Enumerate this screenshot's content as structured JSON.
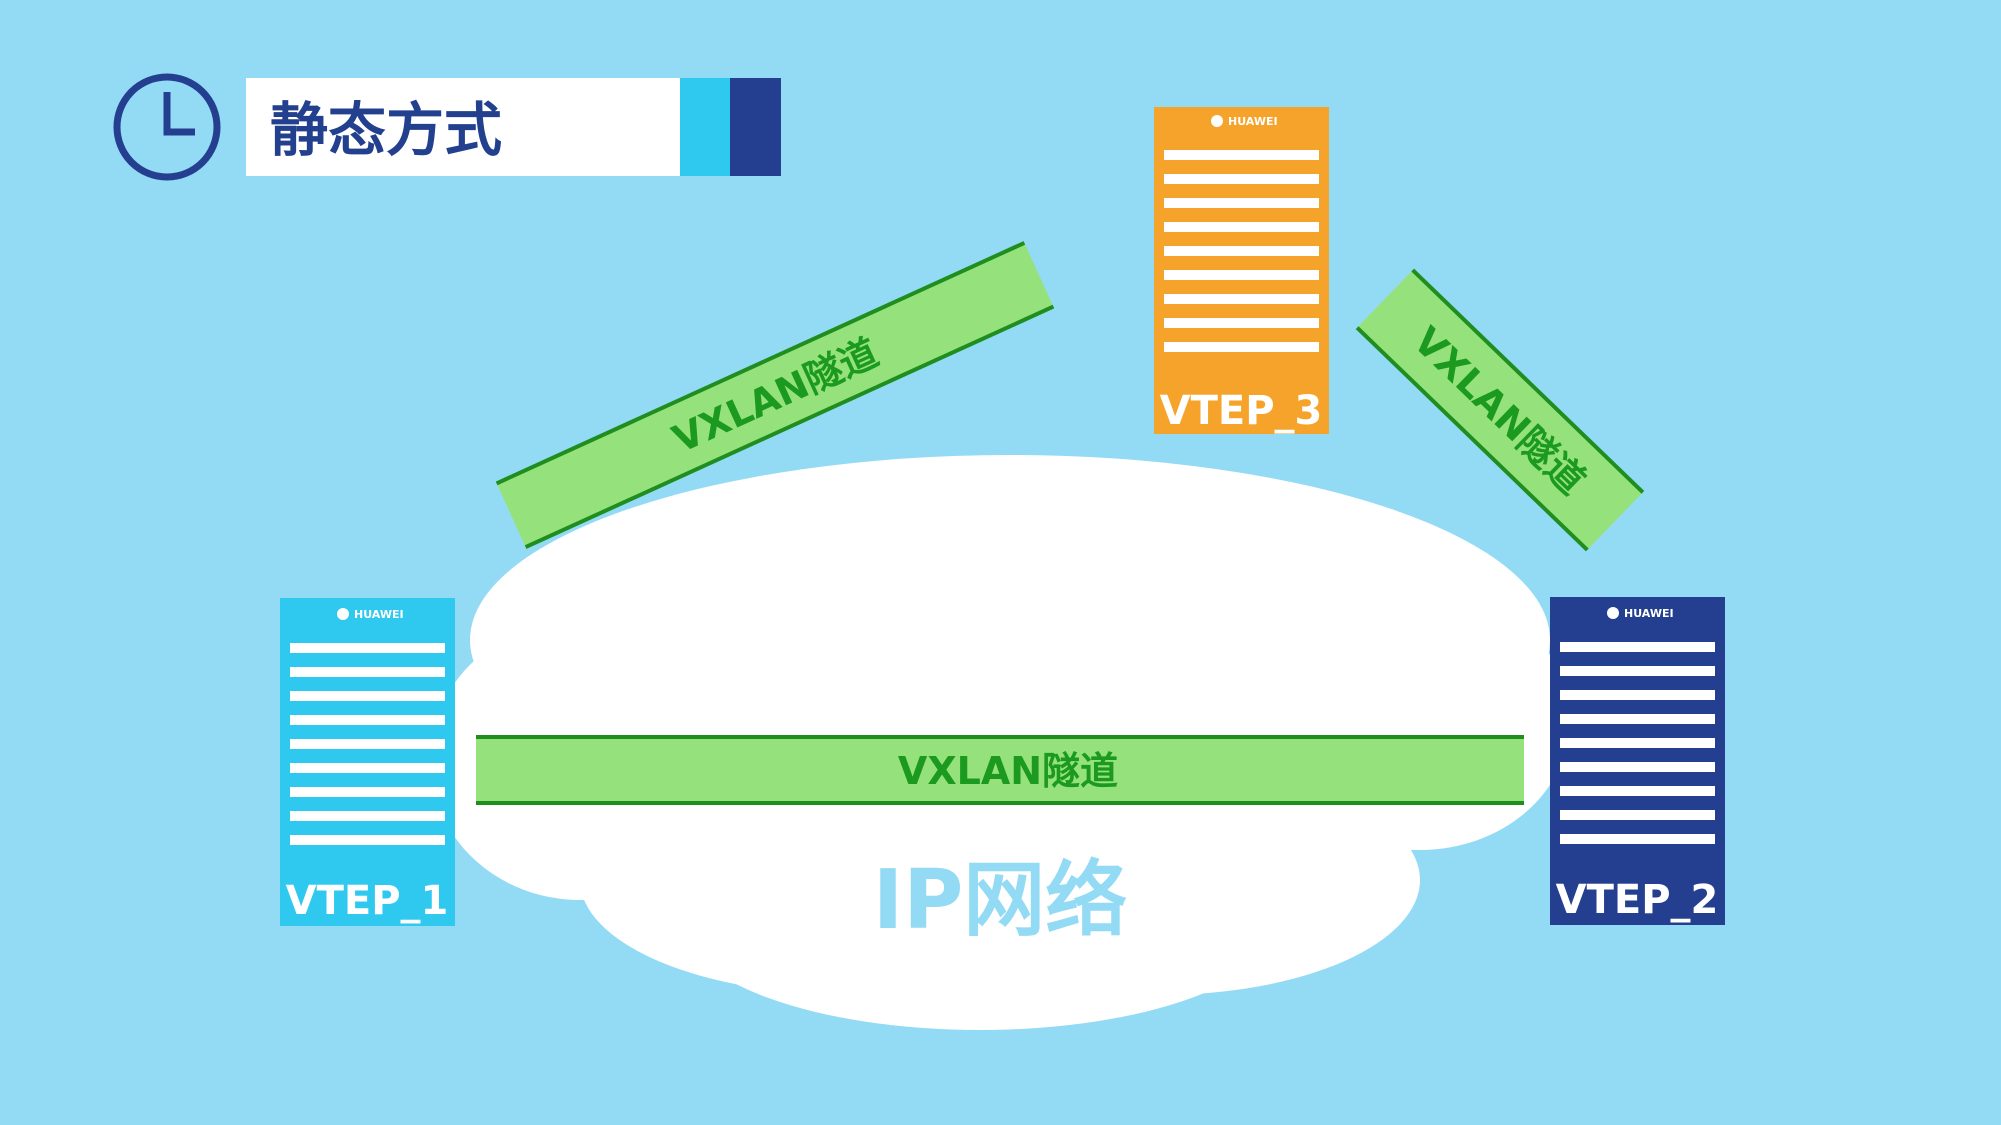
{
  "title": "静态方式",
  "network_label": "IP网络",
  "tunnels": {
    "bottom": "VXLAN隧道",
    "left": "VXLAN隧道",
    "right": "VXLAN隧道"
  },
  "devices": {
    "vtep1": {
      "label": "VTEP_1",
      "brand": "HUAWEI",
      "color": "#2fc9ef"
    },
    "vtep2": {
      "label": "VTEP_2",
      "brand": "HUAWEI",
      "color": "#243e90"
    },
    "vtep3": {
      "label": "VTEP_3",
      "brand": "HUAWEI",
      "color": "#f5a32a"
    }
  },
  "colors": {
    "background": "#93dbf5",
    "tunnel_fill": "#95e27c",
    "tunnel_border": "#1f8e1f",
    "title_accent_light": "#2fc9ef",
    "title_accent_dark": "#243e90",
    "clock": "#243e90"
  }
}
